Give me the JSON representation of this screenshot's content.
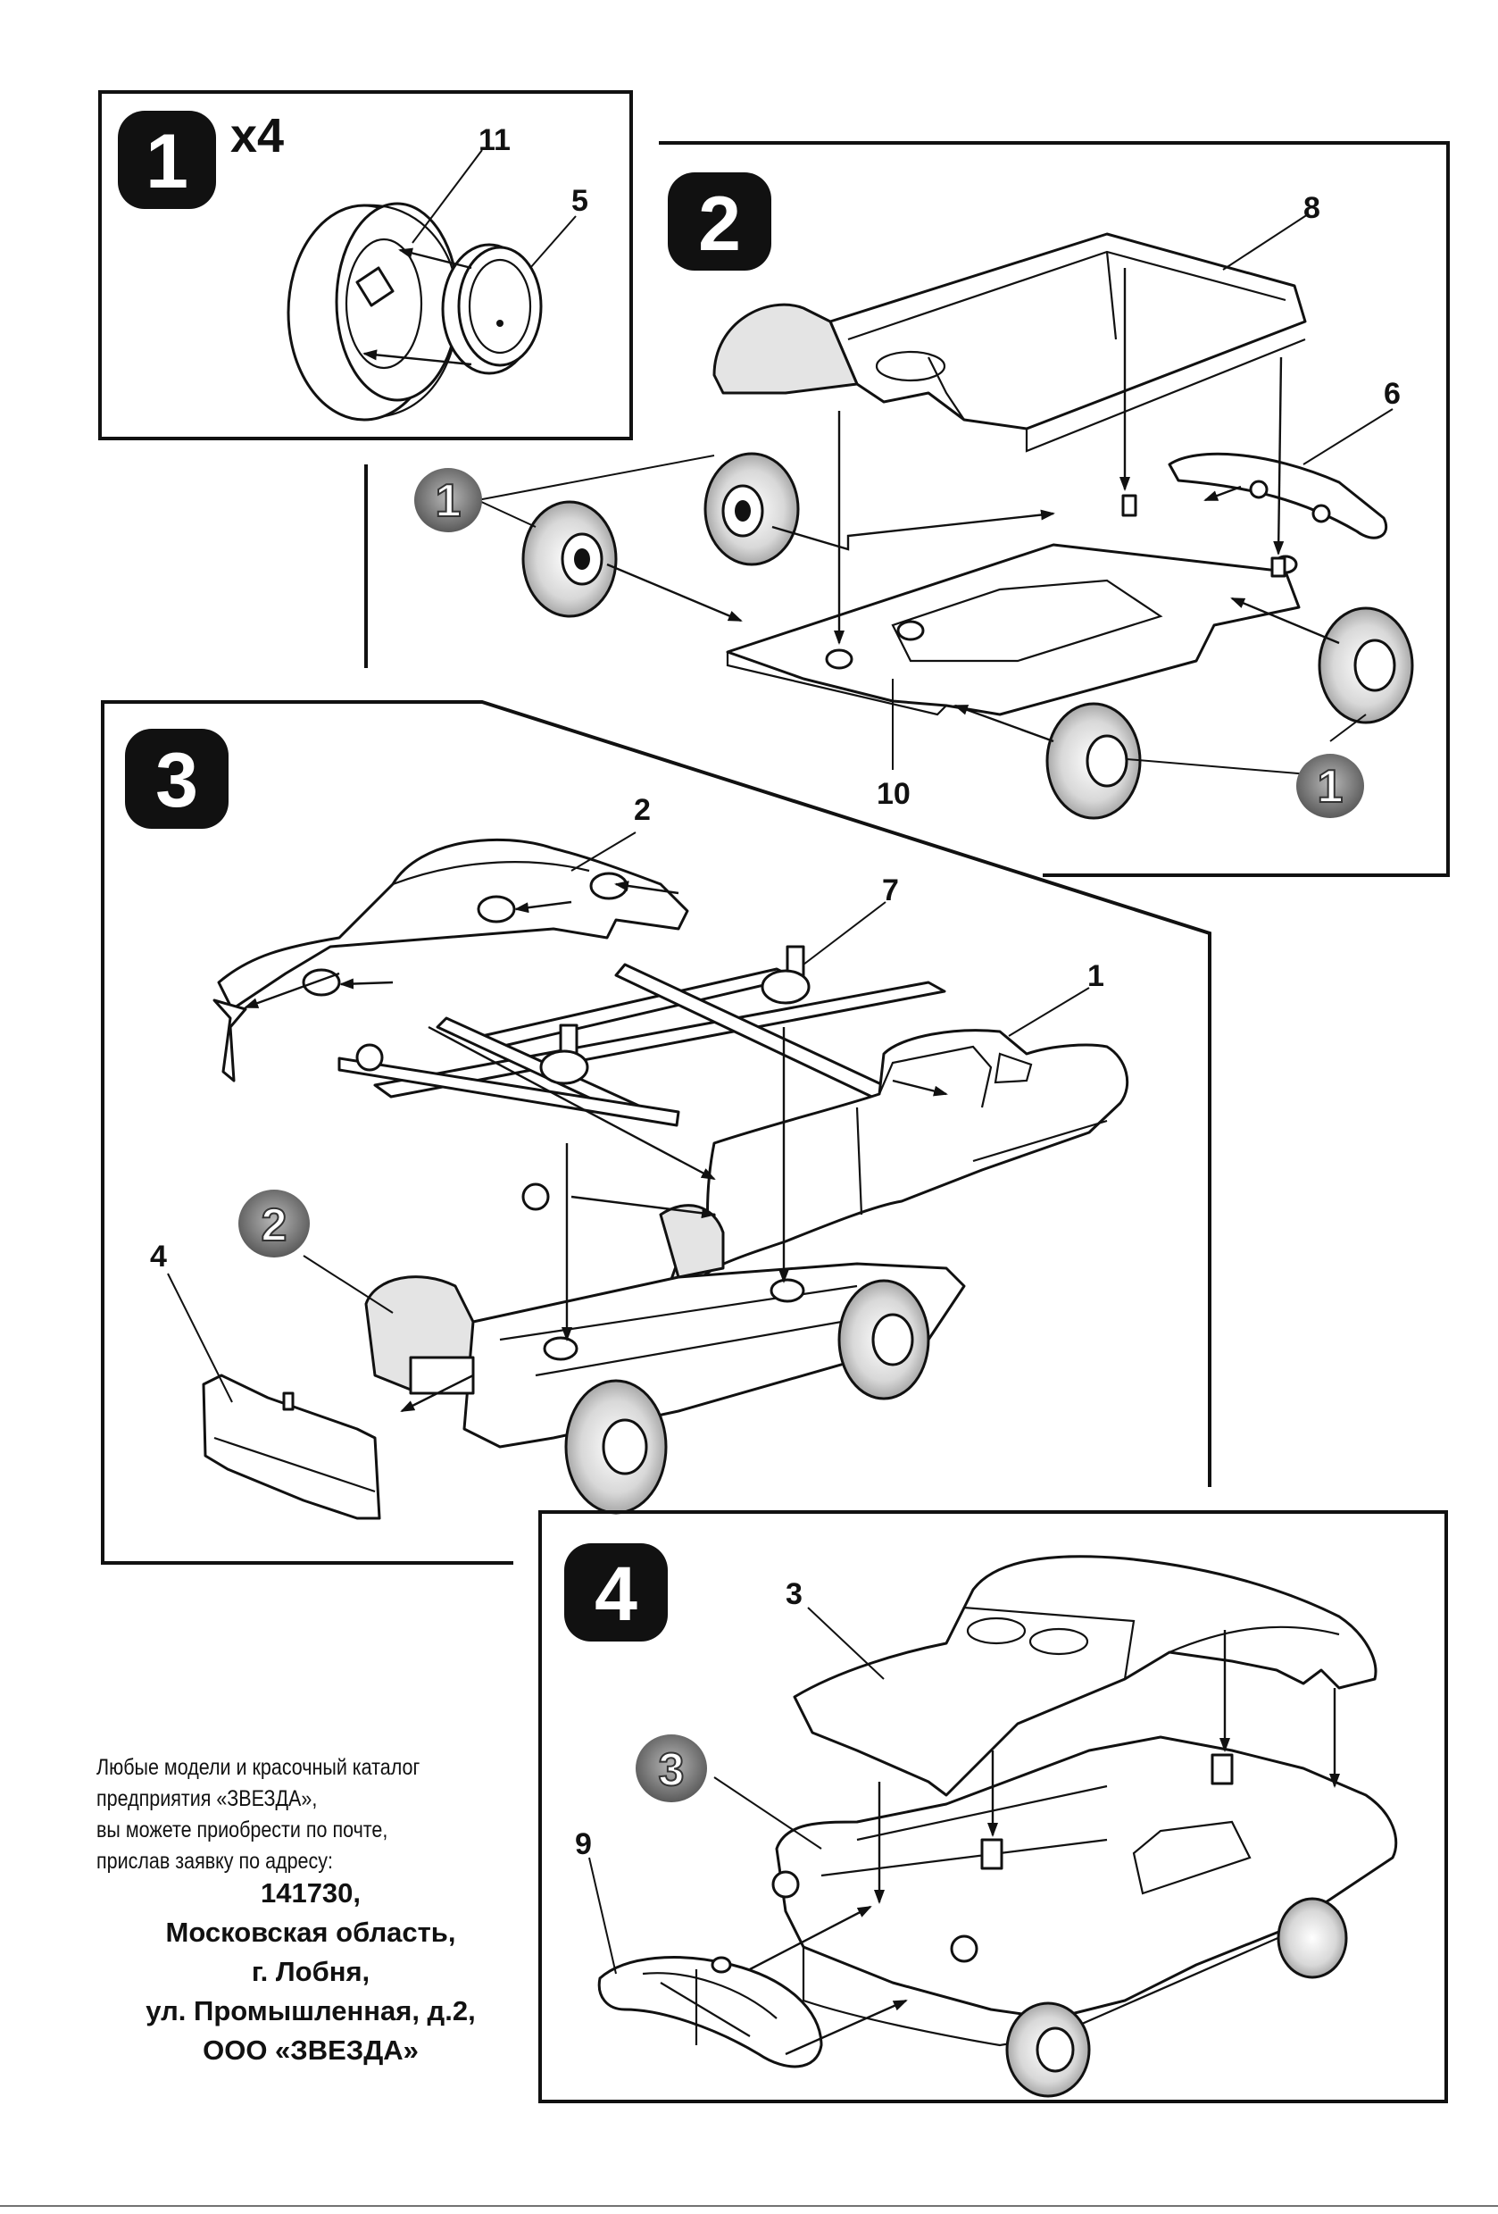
{
  "steps": [
    {
      "number": "1",
      "multiplier": "x4",
      "parts": [
        "11",
        "5"
      ]
    },
    {
      "number": "2",
      "parts": [
        "8",
        "6",
        "10"
      ],
      "references": [
        "1",
        "1"
      ]
    },
    {
      "number": "3",
      "parts": [
        "2",
        "7",
        "1",
        "4"
      ],
      "references": [
        "2"
      ]
    },
    {
      "number": "4",
      "parts": [
        "3",
        "9"
      ],
      "references": [
        "3"
      ]
    }
  ],
  "info_text": {
    "lines": [
      "Любые модели и красочный каталог",
      "предприятия «ЗВЕЗДА»,",
      "вы можете приобрести по почте,",
      "прислав заявку по адресу:"
    ]
  },
  "address": {
    "lines": [
      "141730,",
      "Московская область,",
      "г. Лобня,",
      "ул. Промышленная, д.2,",
      "ООО «ЗВЕЗДА»"
    ]
  },
  "colors": {
    "ink": "#111111",
    "paper": "#ffffff",
    "reference_badge": "#8a8a8a",
    "step_badge": "#111111"
  }
}
